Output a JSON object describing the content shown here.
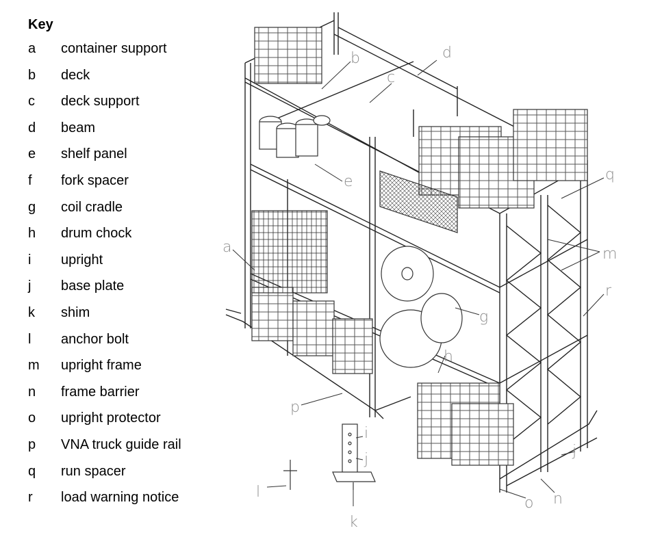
{
  "key": {
    "title": "Key",
    "items": [
      {
        "letter": "a",
        "text": "container support"
      },
      {
        "letter": "b",
        "text": "deck"
      },
      {
        "letter": "c",
        "text": "deck support"
      },
      {
        "letter": "d",
        "text": "beam"
      },
      {
        "letter": "e",
        "text": "shelf panel"
      },
      {
        "letter": "f",
        "text": "fork spacer"
      },
      {
        "letter": "g",
        "text": "coil cradle"
      },
      {
        "letter": "h",
        "text": "drum chock"
      },
      {
        "letter": "i",
        "text": "upright"
      },
      {
        "letter": "j",
        "text": "base plate"
      },
      {
        "letter": "k",
        "text": "shim"
      },
      {
        "letter": "l",
        "text": "anchor bolt"
      },
      {
        "letter": "m",
        "text": "upright frame"
      },
      {
        "letter": "n",
        "text": "frame barrier"
      },
      {
        "letter": "o",
        "text": "upright protector"
      },
      {
        "letter": "p",
        "text": "VNA truck guide rail"
      },
      {
        "letter": "q",
        "text": "run spacer"
      },
      {
        "letter": "r",
        "text": "load warning notice"
      }
    ]
  },
  "callouts": {
    "a": "a",
    "b": "b",
    "c": "c",
    "d": "d",
    "e": "e",
    "g": "g",
    "h": "h",
    "i": "i",
    "j": "j",
    "k": "k",
    "l": "l",
    "m": "m",
    "n": "n",
    "o": "o",
    "p": "p",
    "q": "q",
    "r": "r"
  }
}
